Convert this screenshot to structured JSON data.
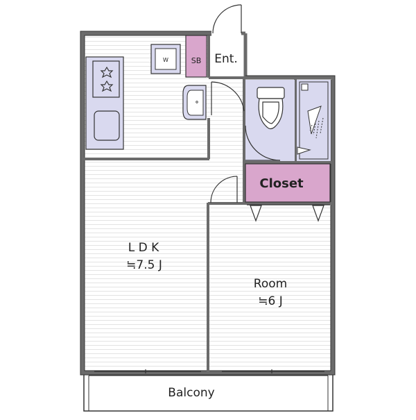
{
  "rooms": {
    "ldk": {
      "name": "L D K",
      "area": "≒7.5 J"
    },
    "room": {
      "name": "Room",
      "area": "≒6 J"
    },
    "balcony": {
      "name": "Balcony"
    },
    "closet": {
      "name": "Closet"
    },
    "entrance": {
      "name": "Ent."
    },
    "shoe_box": {
      "name": "SB"
    },
    "washer": {
      "name": "W"
    }
  },
  "colors": {
    "wall": "#6b6b6b",
    "fixture": "#d9d9ef",
    "storage": "#d9a6cc",
    "floor_line": "#e6e6e6",
    "outline": "#333333"
  }
}
